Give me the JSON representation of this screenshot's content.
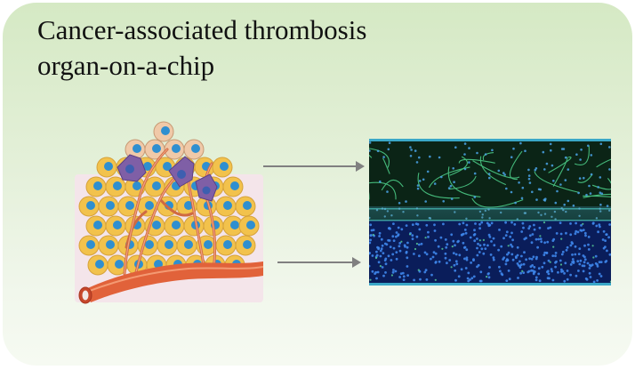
{
  "title": {
    "line1": "Cancer-associated thrombosis",
    "line2": "organ-on-a-chip"
  },
  "colors": {
    "panel_top": "#d5e9c4",
    "panel_bottom": "#f6faf2",
    "arrow": "#808080",
    "vessel": "#e1623a",
    "tumor_cell": "#f2c24c",
    "nucleus": "#2f8fd0",
    "stroma_cell": "#7f5fa6",
    "micro_upper_bg": "#0b2416",
    "micro_lower_bg": "#0a1d5a",
    "micro_nuclei": "#3e86ea",
    "micro_fibers": "#4fd38c"
  },
  "icons": {
    "tumor": "tumor-illustration",
    "arrow": "right-arrow-icon",
    "image": "fluorescence-micrograph"
  }
}
